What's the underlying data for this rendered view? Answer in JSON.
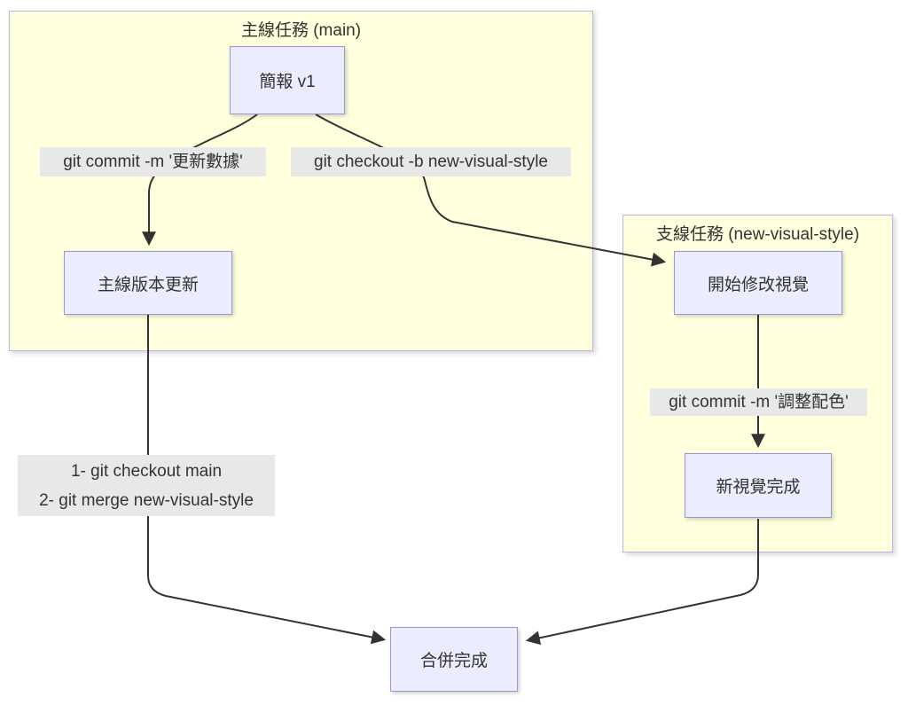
{
  "diagram": {
    "type": "flowchart",
    "direction": "top-down",
    "topic": "git branch and merge workflow",
    "colors": {
      "canvas_bg": "#ffffff",
      "cluster_fill": "#ffffde",
      "cluster_border": "#b6b6e0",
      "node_fill": "#ececff",
      "node_border": "#9796d8",
      "edge_label_bg": "#e8e8e8",
      "text": "#333333",
      "edge": "#333333"
    }
  },
  "clusters": [
    {
      "id": "main",
      "title": "主線任務 (main)"
    },
    {
      "id": "new-visual-style",
      "title": "支線任務 (new-visual-style)"
    }
  ],
  "nodes": [
    {
      "id": "A",
      "label": "簡報 v1"
    },
    {
      "id": "B",
      "label": "主線版本更新"
    },
    {
      "id": "C",
      "label": "開始修改視覺"
    },
    {
      "id": "D",
      "label": "新視覺完成"
    },
    {
      "id": "E",
      "label": "合併完成"
    }
  ],
  "edges": [
    {
      "from": "簡報 v1",
      "to": "主線版本更新",
      "label": "git commit -m '更新數據'"
    },
    {
      "from": "簡報 v1",
      "to": "開始修改視覺",
      "label": "git checkout -b new-visual-style"
    },
    {
      "from": "開始修改視覺",
      "to": "新視覺完成",
      "label": "git commit -m '調整配色'"
    },
    {
      "from": "主線版本更新",
      "to": "合併完成",
      "label_lines": [
        "1- git checkout main",
        "2- git merge new-visual-style"
      ]
    },
    {
      "from": "新視覺完成",
      "to": "合併完成",
      "label": ""
    }
  ]
}
